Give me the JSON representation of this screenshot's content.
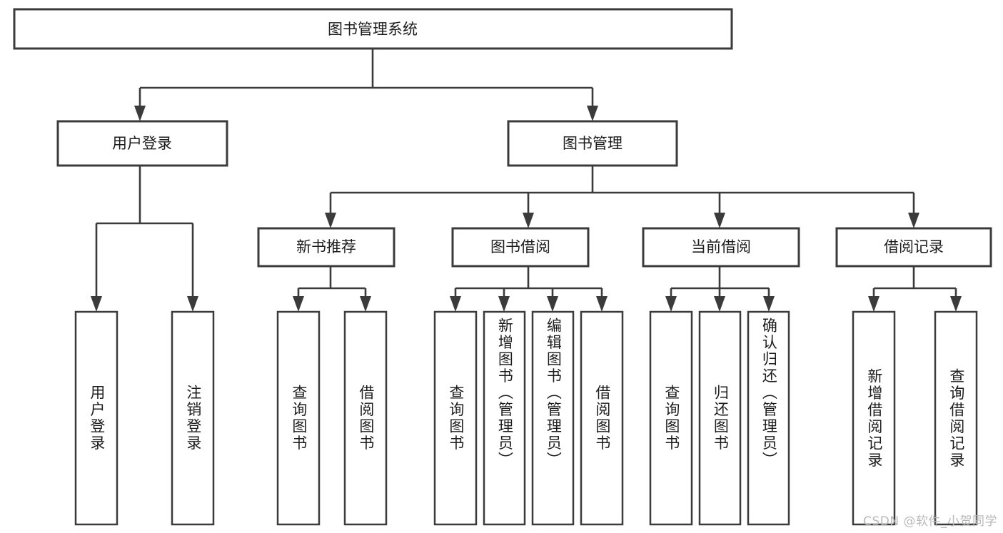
{
  "diagram": {
    "type": "tree-hierarchy-chart",
    "title": "图书管理系统",
    "root": {
      "id": "root",
      "label": "图书管理系统"
    },
    "level2": [
      {
        "id": "user-login",
        "label": "用户登录"
      },
      {
        "id": "book-manage",
        "label": "图书管理"
      }
    ],
    "level3": [
      {
        "id": "new-book-recommend",
        "label": "新书推荐",
        "parent": "book-manage"
      },
      {
        "id": "book-borrow",
        "label": "图书借阅",
        "parent": "book-manage"
      },
      {
        "id": "current-borrow",
        "label": "当前借阅",
        "parent": "book-manage"
      },
      {
        "id": "borrow-record",
        "label": "借阅记录",
        "parent": "book-manage"
      }
    ],
    "leaves": [
      {
        "id": "leaf-user-login",
        "label": "用户登录",
        "parent": "user-login"
      },
      {
        "id": "leaf-logout-login",
        "label": "注销登录",
        "parent": "user-login"
      },
      {
        "id": "leaf-query-book-1",
        "label": "查询图书",
        "parent": "new-book-recommend"
      },
      {
        "id": "leaf-borrow-book-1",
        "label": "借阅图书",
        "parent": "new-book-recommend"
      },
      {
        "id": "leaf-query-book-2",
        "label": "查询图书",
        "parent": "book-borrow"
      },
      {
        "id": "leaf-add-book",
        "label": "新增图书（管理员）",
        "parent": "book-borrow"
      },
      {
        "id": "leaf-edit-book",
        "label": "编辑图书（管理员）",
        "parent": "book-borrow"
      },
      {
        "id": "leaf-borrow-book-2",
        "label": "借阅图书",
        "parent": "book-borrow"
      },
      {
        "id": "leaf-query-book-3",
        "label": "查询图书",
        "parent": "current-borrow"
      },
      {
        "id": "leaf-return-book",
        "label": "归还图书",
        "parent": "current-borrow"
      },
      {
        "id": "leaf-confirm-return",
        "label": "确认归还（管理员）",
        "parent": "current-borrow"
      },
      {
        "id": "leaf-add-record",
        "label": "新增借阅记录",
        "parent": "borrow-record"
      },
      {
        "id": "leaf-query-record",
        "label": "查询借阅记录",
        "parent": "borrow-record"
      }
    ]
  },
  "watermark": {
    "text": "CSDN @软件_小贺同学"
  },
  "colors": {
    "box_stroke": "#3b3b3b",
    "box_fill": "#ffffff",
    "text": "#1c1c1c",
    "connector": "#3b3b3b",
    "watermark": "#b9b9b9",
    "background": "#ffffff"
  }
}
